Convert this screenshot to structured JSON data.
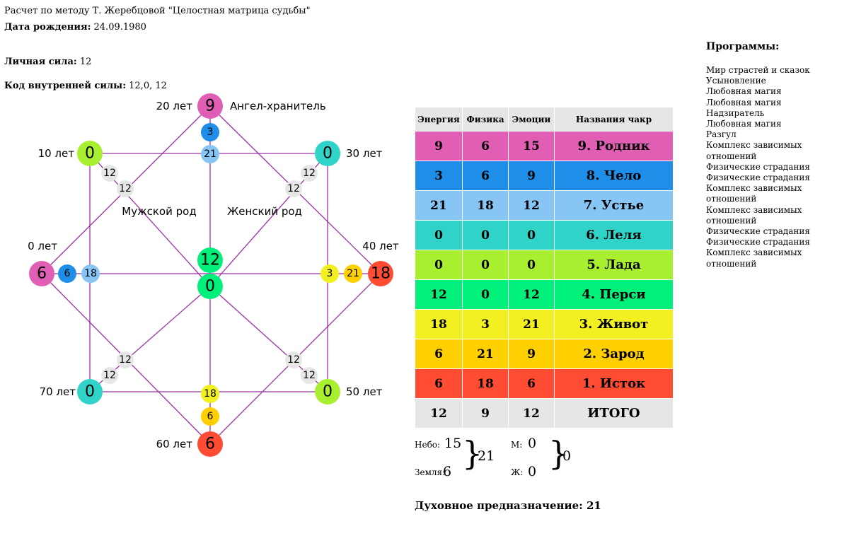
{
  "header": {
    "title": "Расчет по методу Т. Жеребцовой \"Целостная матрица судьбы\"",
    "birth_label": "Дата рождения:",
    "birth_value": "24.09.1980",
    "force_label": "Личная сила:",
    "force_value": "12",
    "code_label": "Код внутренней силы:",
    "code_value": "12,0, 12"
  },
  "diagram": {
    "colors": {
      "line": "#9b31a5",
      "gray": "#e6e6e6",
      "pink": "#e05fb5",
      "blue": "#1e8ee8",
      "lightblue": "#87c5f5",
      "teal": "#2fd3c8",
      "lime": "#a8f02f",
      "green": "#00f07a",
      "yellow": "#f2f021",
      "orange": "#ffd000",
      "red": "#ff4c33"
    },
    "labels": {
      "age_20": "20 лет",
      "angel": "Ангел-хранитель",
      "age_10": "10 лет",
      "age_30": "30 лет",
      "male": "Мужской род",
      "female": "Женский род",
      "age_0": "0 лет",
      "age_40": "40 лет",
      "age_70": "70 лет",
      "age_50": "50 лет",
      "age_60": "60 лет"
    },
    "nodes": {
      "top": "9",
      "top_inner1": "3",
      "top_inner2": "21",
      "left": "6",
      "left_inner1": "6",
      "left_inner2": "18",
      "right": "18",
      "right_inner1": "21",
      "right_inner2": "3",
      "bottom": "6",
      "bottom_inner1": "6",
      "bottom_inner2": "18",
      "top_left": "0",
      "top_right": "0",
      "bottom_left": "0",
      "bottom_right": "0",
      "center_upper": "12",
      "center": "0",
      "tl_line1": "12",
      "tl_line2": "12",
      "tr_line1": "12",
      "tr_line2": "12",
      "bl_line1": "12",
      "bl_line2": "12",
      "br_line1": "12",
      "br_line2": "12"
    }
  },
  "table": {
    "headers": [
      "Энергия",
      "Физика",
      "Эмоции",
      "Названия чакр"
    ],
    "rows": [
      {
        "values": [
          "9",
          "6",
          "15",
          "9. Родник"
        ],
        "color": "#e05fb5"
      },
      {
        "values": [
          "3",
          "6",
          "9",
          "8. Чело"
        ],
        "color": "#1e8ee8"
      },
      {
        "values": [
          "21",
          "18",
          "12",
          "7. Устье"
        ],
        "color": "#87c5f5"
      },
      {
        "values": [
          "0",
          "0",
          "0",
          "6. Леля"
        ],
        "color": "#2fd3c8"
      },
      {
        "values": [
          "0",
          "0",
          "0",
          "5. Лада"
        ],
        "color": "#a8f02f"
      },
      {
        "values": [
          "12",
          "0",
          "12",
          "4. Перси"
        ],
        "color": "#00f07a"
      },
      {
        "values": [
          "18",
          "3",
          "21",
          "3. Живот"
        ],
        "color": "#f2f021"
      },
      {
        "values": [
          "6",
          "21",
          "9",
          "2. Зарод"
        ],
        "color": "#ffd000"
      },
      {
        "values": [
          "6",
          "18",
          "6",
          "1. Исток"
        ],
        "color": "#ff4c33"
      },
      {
        "values": [
          "12",
          "9",
          "12",
          "ИТОГО"
        ],
        "color": "#e6e6e6"
      }
    ]
  },
  "extras": {
    "sky_label": "Небо:",
    "sky_value": "15",
    "earth_label": "Земля:",
    "earth_value": "6",
    "sum1": "21",
    "m_label": "М:",
    "m_value": "0",
    "zh_label": "Ж:",
    "zh_value": "0",
    "sum2": "0",
    "brace": "}",
    "purpose_label": "Духовное предназначение:",
    "purpose_value": "21"
  },
  "programs": {
    "title": "Программы:",
    "items": [
      "Мир страстей и сказок",
      "Усыновление",
      "Любовная магия",
      "Любовная магия",
      "Надзиратель",
      "Любовная магия",
      "Разгул",
      "Комплекс зависимых отношений",
      "Физические страдания",
      "Физические страдания",
      "Комплекс зависимых отношений",
      "Комплекс зависимых отношений",
      "Физические страдания",
      "Физические страдания",
      "Комплекс зависимых отношений"
    ]
  }
}
